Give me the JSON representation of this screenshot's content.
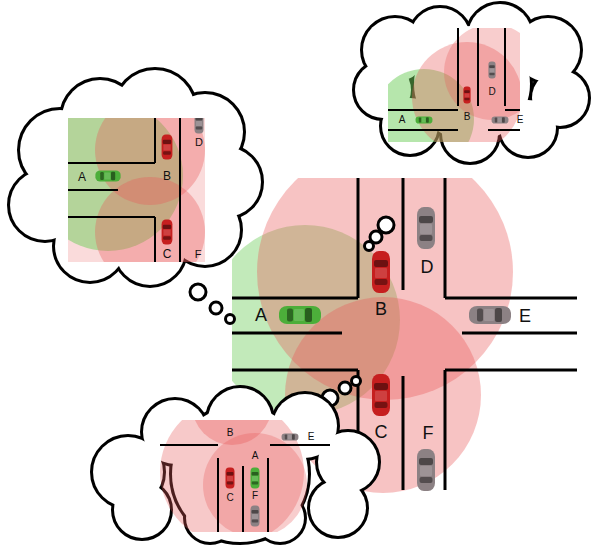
{
  "diagram": {
    "labels": [
      "A",
      "B",
      "C",
      "D",
      "E",
      "F",
      "A",
      "B",
      "C",
      "D",
      "F",
      "A",
      "B",
      "D",
      "E",
      "A",
      "B",
      "C",
      "E",
      "F"
    ]
  }
}
